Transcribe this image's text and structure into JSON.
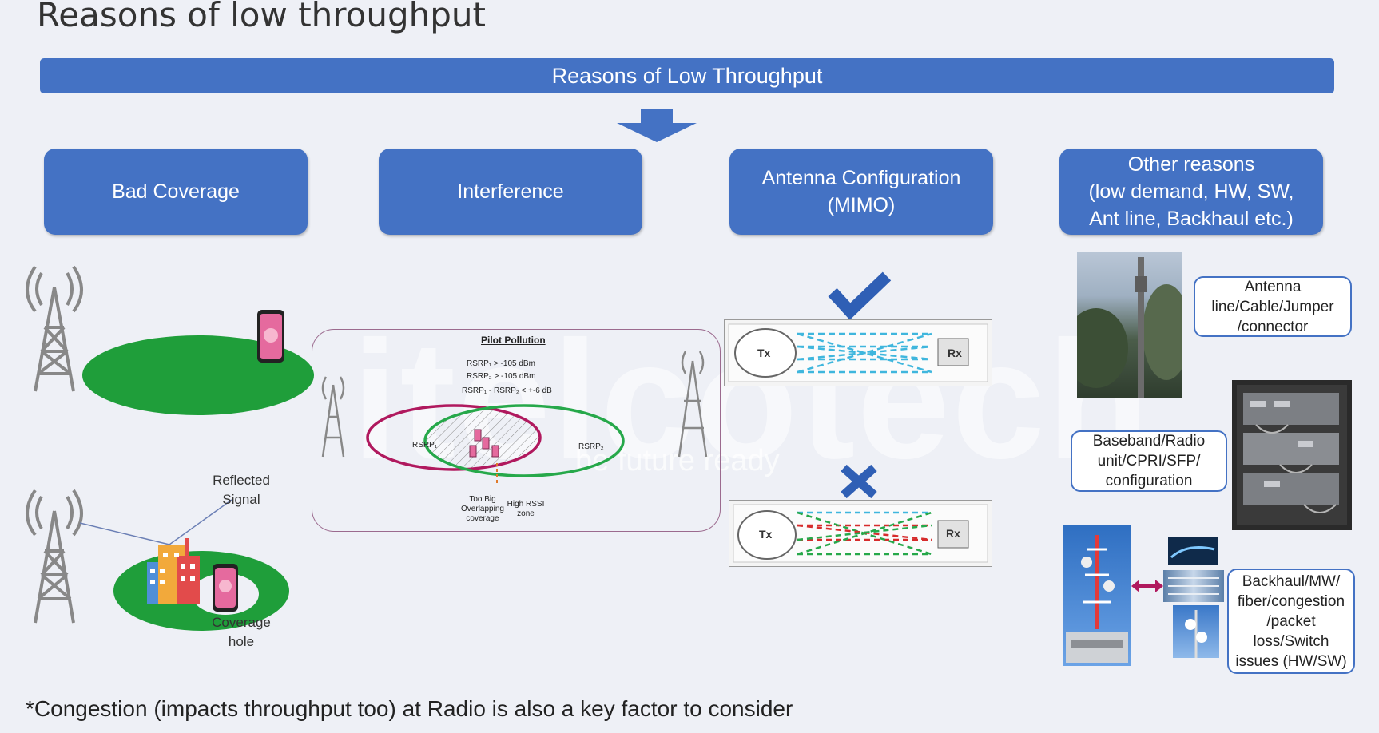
{
  "title": "Reasons of low throughput",
  "banner": "Reasons of Low Throughput",
  "categories": {
    "bad_coverage": "Bad Coverage",
    "interference": "Interference",
    "antenna_config": "Antenna Configuration\n(MIMO)",
    "other": "Other reasons\n(low demand, HW, SW,\nAnt line, Backhaul etc.)"
  },
  "coverage": {
    "reflected": "Reflected\nSignal",
    "hole": "Coverage\nhole"
  },
  "pilot": {
    "title": "Pilot Pollution",
    "cond1": "RSRP₁ > -105 dBm",
    "cond2": "RSRP₂ > -105 dBm",
    "cond3": "RSRP₁ - RSRP₂ < +-6 dB",
    "rsrp1": "RSRP₁",
    "rsrp2": "RSRP₂",
    "overlap": "Too Big\nOverlapping\ncoverage",
    "rssi": "High RSSI\nzone"
  },
  "mimo": {
    "tx": "Tx",
    "rx": "Rx"
  },
  "other": {
    "antenna": "Antenna\nline/Cable/Jumper\n/connector",
    "baseband": "Baseband/Radio\nunit/CPRI/SFP/\nconfiguration",
    "backhaul": "Backhaul/MW/\nfiber/congestion\n/packet\nloss/Switch\nissues (HW/SW)"
  },
  "footnote": "*Congestion (impacts throughput too) at Radio is also a key factor to consider",
  "watermark": {
    "name": "itelcotech",
    "tagline": "be future ready"
  },
  "colors": {
    "accent": "#4472c4",
    "coverage_green": "#1f9e3a",
    "pilot_magenta": "#b0195e",
    "pilot_green": "#26a84a",
    "check_blue": "#2f5fb5",
    "bad_red": "#d62c2c"
  }
}
